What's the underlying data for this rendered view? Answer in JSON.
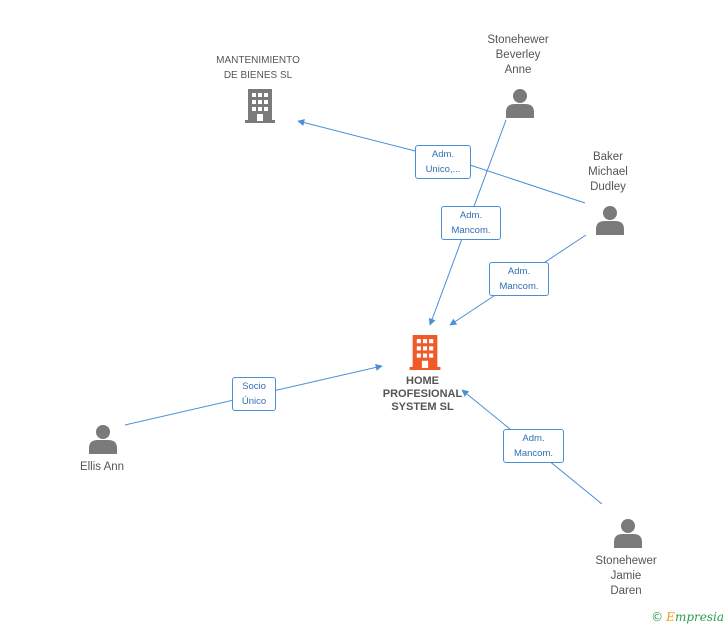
{
  "colors": {
    "edge": "#4a8fd6",
    "person": "#7a7a7a",
    "company": "#7a7a7a",
    "focus_company": "#f05a28"
  },
  "nodes": {
    "mantenimiento": {
      "label": "MANTENIMIENTO\nDE BIENES SL",
      "icon": "building-icon"
    },
    "home": {
      "label": "HOME\nPROFESIONAL\nSYSTEM SL",
      "icon": "building-icon"
    },
    "beverley": {
      "label": "Stonehewer\nBeverley\nAnne",
      "icon": "person-icon"
    },
    "baker": {
      "label": "Baker\nMichael\nDudley",
      "icon": "person-icon"
    },
    "ellis": {
      "label": "Ellis Ann",
      "icon": "person-icon"
    },
    "jamie": {
      "label": "Stonehewer\nJamie\nDaren",
      "icon": "person-icon"
    }
  },
  "edges": {
    "baker_mant": {
      "label": "Adm.\nUnico,..."
    },
    "bev_home": {
      "label": "Adm.\nMancom."
    },
    "baker_home": {
      "label": "Adm.\nMancom."
    },
    "ellis_home": {
      "label": "Socio\nÚnico"
    },
    "jamie_home": {
      "label": "Adm.\nMancom."
    }
  },
  "brand": {
    "copyright": "©",
    "e": "E",
    "rest": "mpresia"
  }
}
